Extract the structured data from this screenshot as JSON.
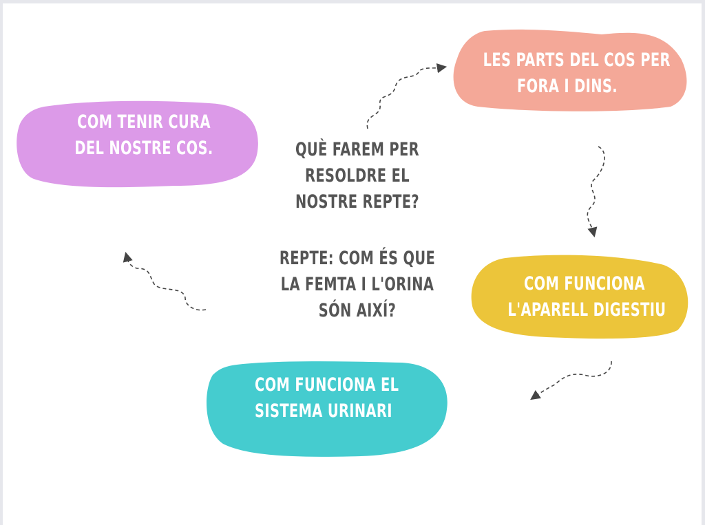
{
  "center": {
    "question": [
      "Què farem per",
      "resoldre el",
      "nostre repte?"
    ],
    "challenge": [
      "Repte: Com és que",
      "la femta i l'orina",
      "són així?"
    ]
  },
  "bubbles": [
    {
      "id": "parts",
      "lines": [
        "Les parts del cos per",
        "fora i dins."
      ],
      "color": "#f4a898"
    },
    {
      "id": "digestiu",
      "lines": [
        "Com funciona",
        "l'aparell digestiu"
      ],
      "color": "#ecc53a"
    },
    {
      "id": "urinari",
      "lines": [
        "Com funciona el",
        "sistema urinari"
      ],
      "color": "#45cccf"
    },
    {
      "id": "cura",
      "lines": [
        "Com tenir cura",
        "del nostre cos."
      ],
      "color": "#dc9ae8"
    }
  ],
  "colors": {
    "text": "#555555",
    "arrow": "#444444"
  }
}
